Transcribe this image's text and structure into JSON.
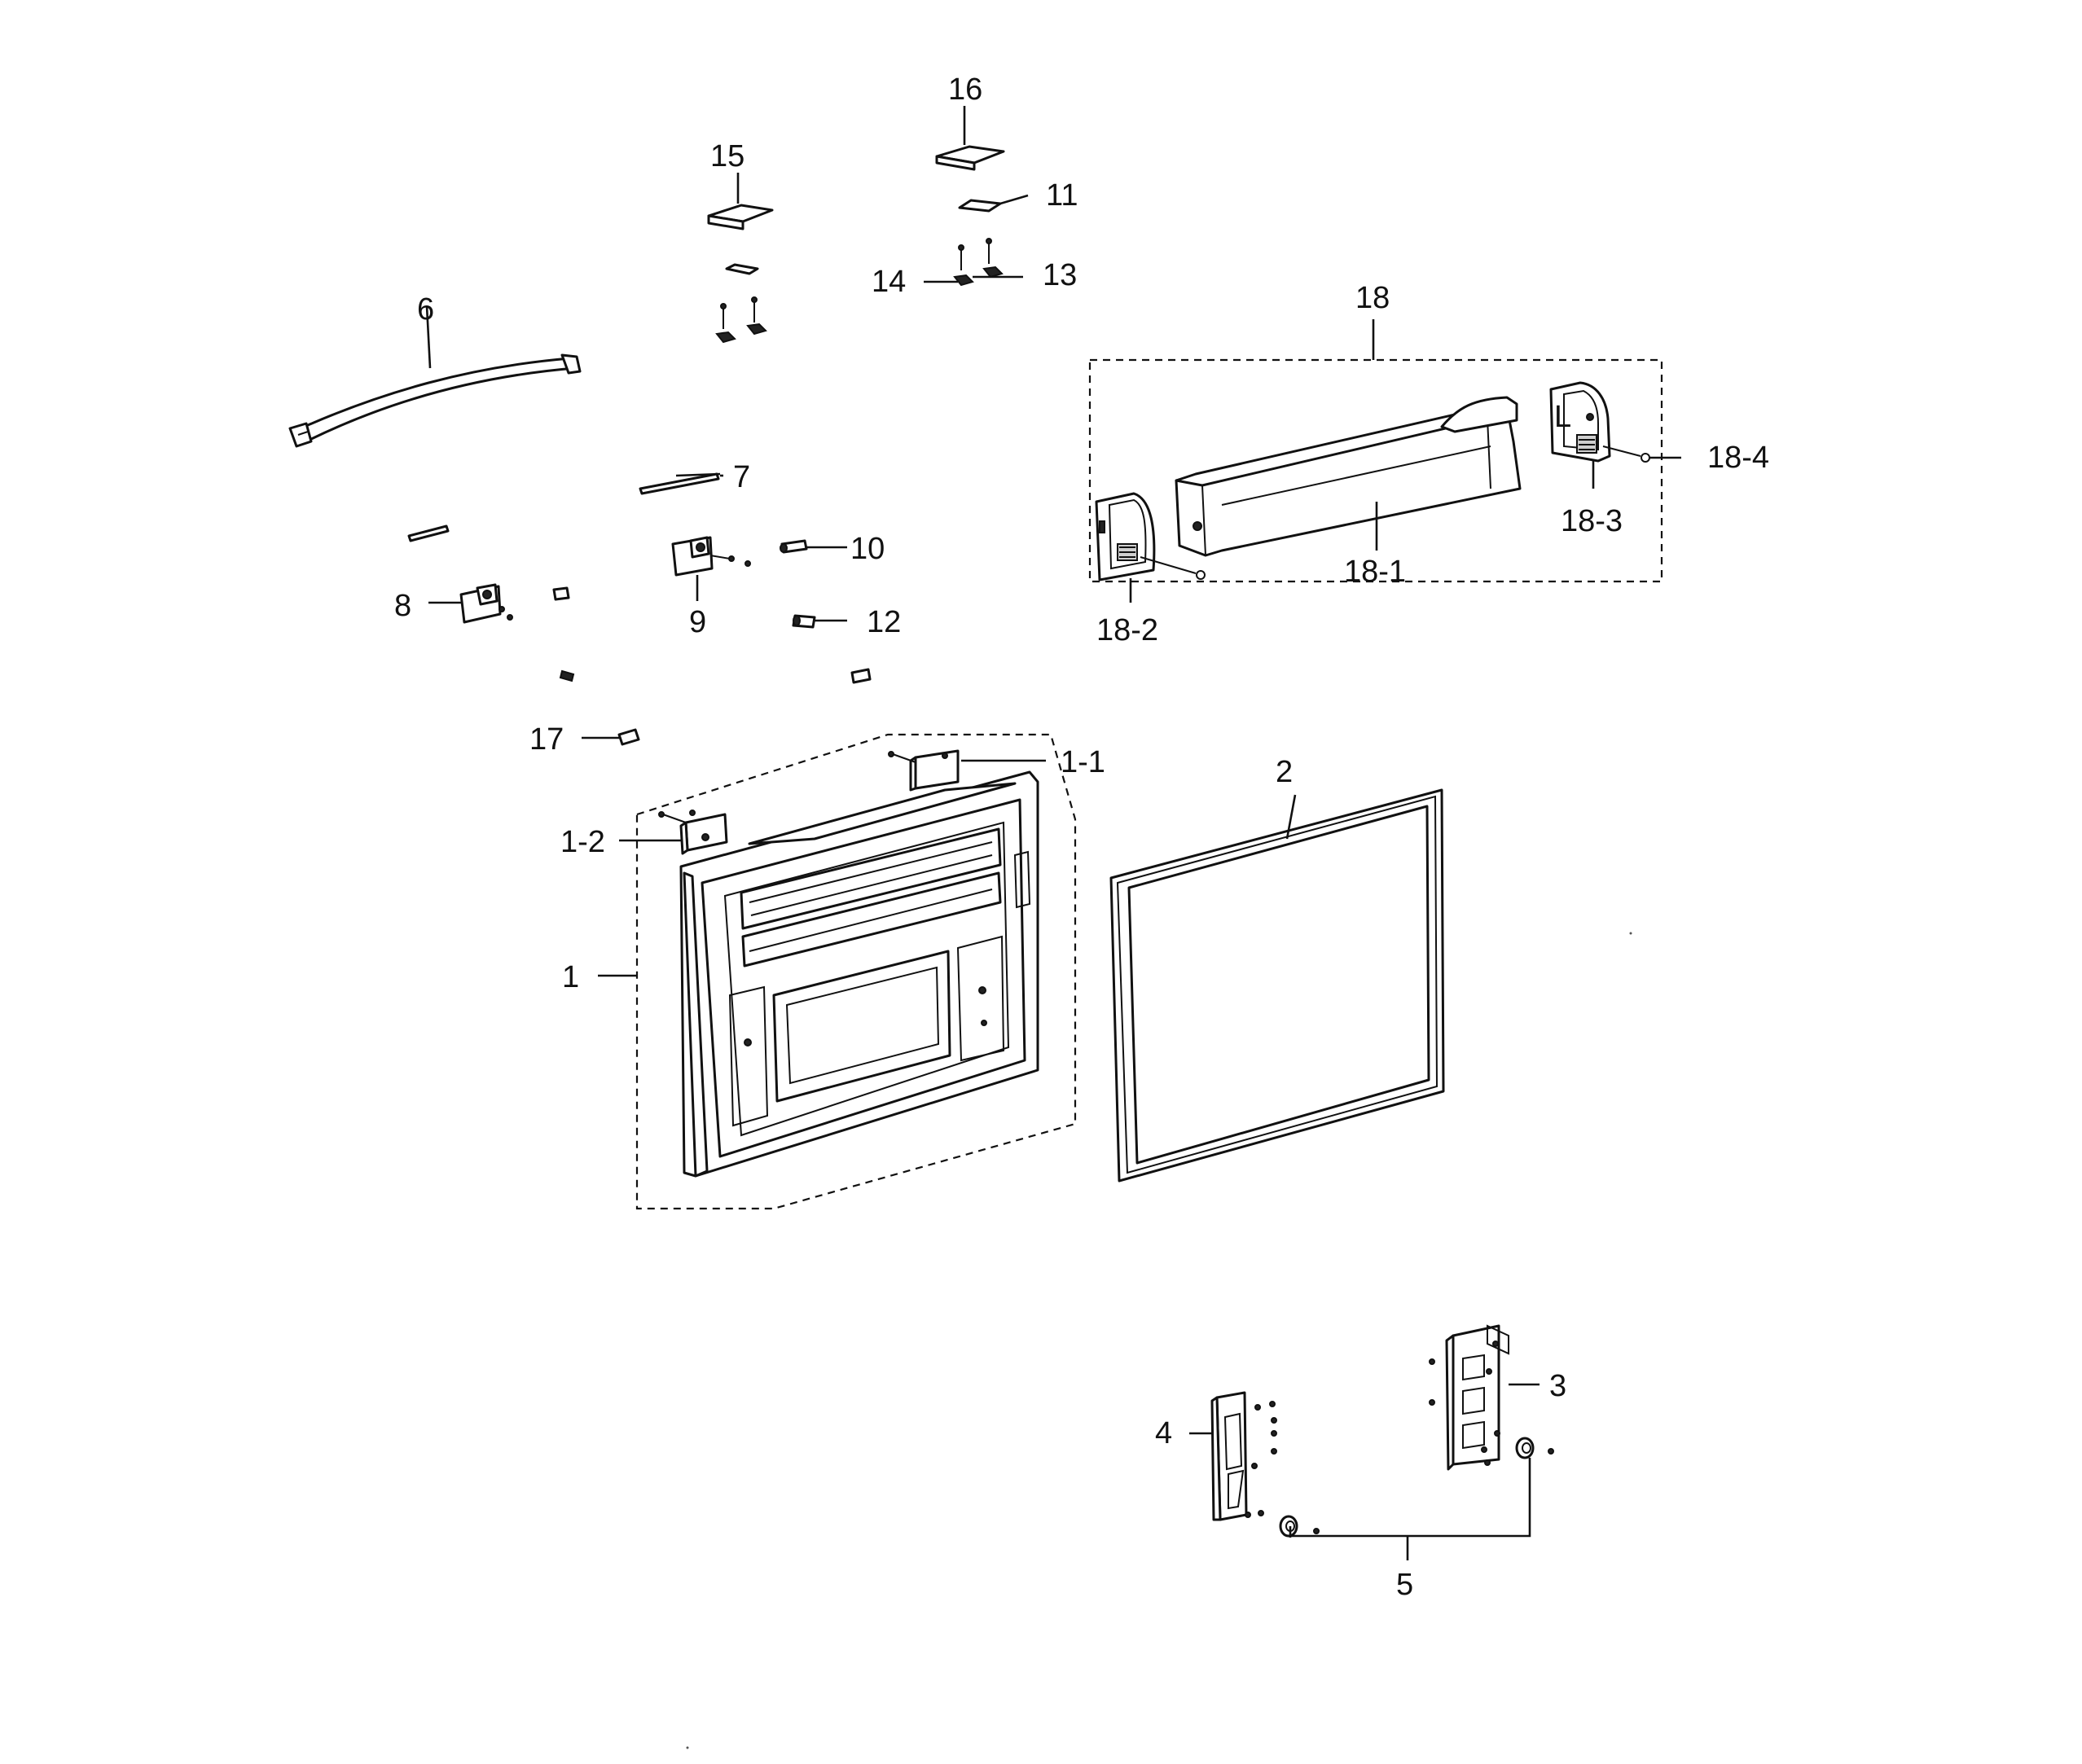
{
  "callouts": {
    "c1": "1",
    "c1_1": "1-1",
    "c1_2": "1-2",
    "c2": "2",
    "c3": "3",
    "c4": "4",
    "c5": "5",
    "c6": "6",
    "c7": "7",
    "c8": "8",
    "c9": "9",
    "c10": "10",
    "c11": "11",
    "c12": "12",
    "c13": "13",
    "c14": "14",
    "c15": "15",
    "c16": "16",
    "c17": "17",
    "c18": "18",
    "c18_1": "18-1",
    "c18_2": "18-2",
    "c18_3": "18-3",
    "c18_4": "18-4"
  },
  "bin_end_cap_letter": "L"
}
